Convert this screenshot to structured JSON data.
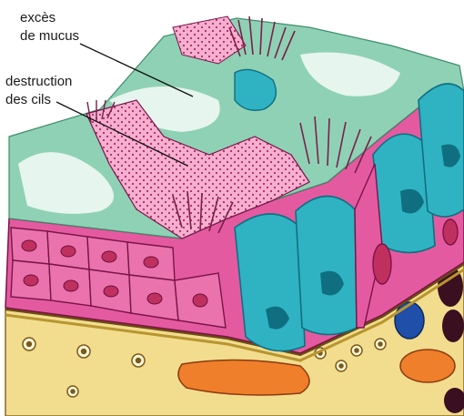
{
  "labels": {
    "mucus_line1": "excès",
    "mucus_line2": "de mucus",
    "cilia_line1": "destruction",
    "cilia_line2": "des cils"
  },
  "colors": {
    "background": "#ffffff",
    "mucus": "#8fd1b4",
    "mucus_light": "#e6f5ee",
    "epithelium_pink": "#e45aa0",
    "epithelium_light": "#f2a3c6",
    "cell_outline": "#7a1447",
    "nucleus": "#c0305f",
    "goblet_cell": "#2fb3c2",
    "goblet_dark": "#0f6f80",
    "cilia": "#7a1f4a",
    "basement_membrane": "#7a5a1a",
    "connective_tissue": "#f2dc8e",
    "vessel_orange": "#ef7f2a",
    "vessel_blue": "#1f4fa8",
    "dark_cells": "#3a1020",
    "leader_line": "#111111"
  },
  "icons": [
    "cilia-tuft",
    "goblet-cell",
    "nucleus",
    "blood-vessel"
  ]
}
